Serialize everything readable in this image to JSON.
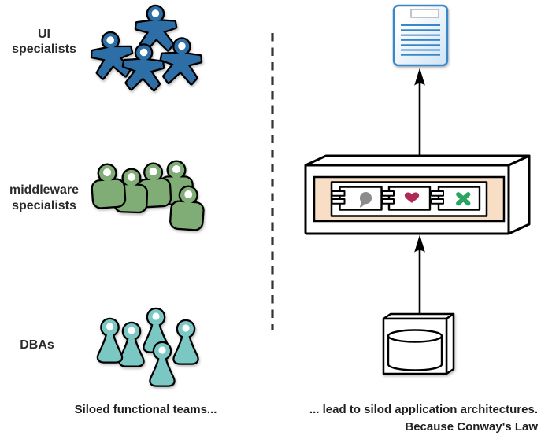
{
  "diagram": {
    "teams": [
      {
        "name": "UI specialists",
        "label": "UI\nspecialists",
        "color": "#2d6ea6",
        "icon": "jumping-person-icon",
        "count": 4
      },
      {
        "name": "middleware specialists",
        "label": "middleware\nspecialists",
        "color": "#80ac76",
        "icon": "square-person-icon",
        "count": 5
      },
      {
        "name": "DBAs",
        "label": "DBAs",
        "color": "#7ac7c3",
        "icon": "pawn-person-icon",
        "count": 5
      }
    ],
    "left_caption": "Siloed functional teams...",
    "right_caption_line1": "... lead to silod application architectures.",
    "right_caption_line2": "Because Conway's Law",
    "colors": {
      "panel_peach": "#f9dec6",
      "doc_border": "#3a87c8",
      "doc_fill_light": "#ffffff",
      "doc_fill_dark": "#cfe3f5",
      "component_gray": "#8c8c8c",
      "component_crimson": "#b02a57",
      "component_green": "#2aa45e",
      "divider": "#333333",
      "text": "#2b2b2b"
    }
  }
}
